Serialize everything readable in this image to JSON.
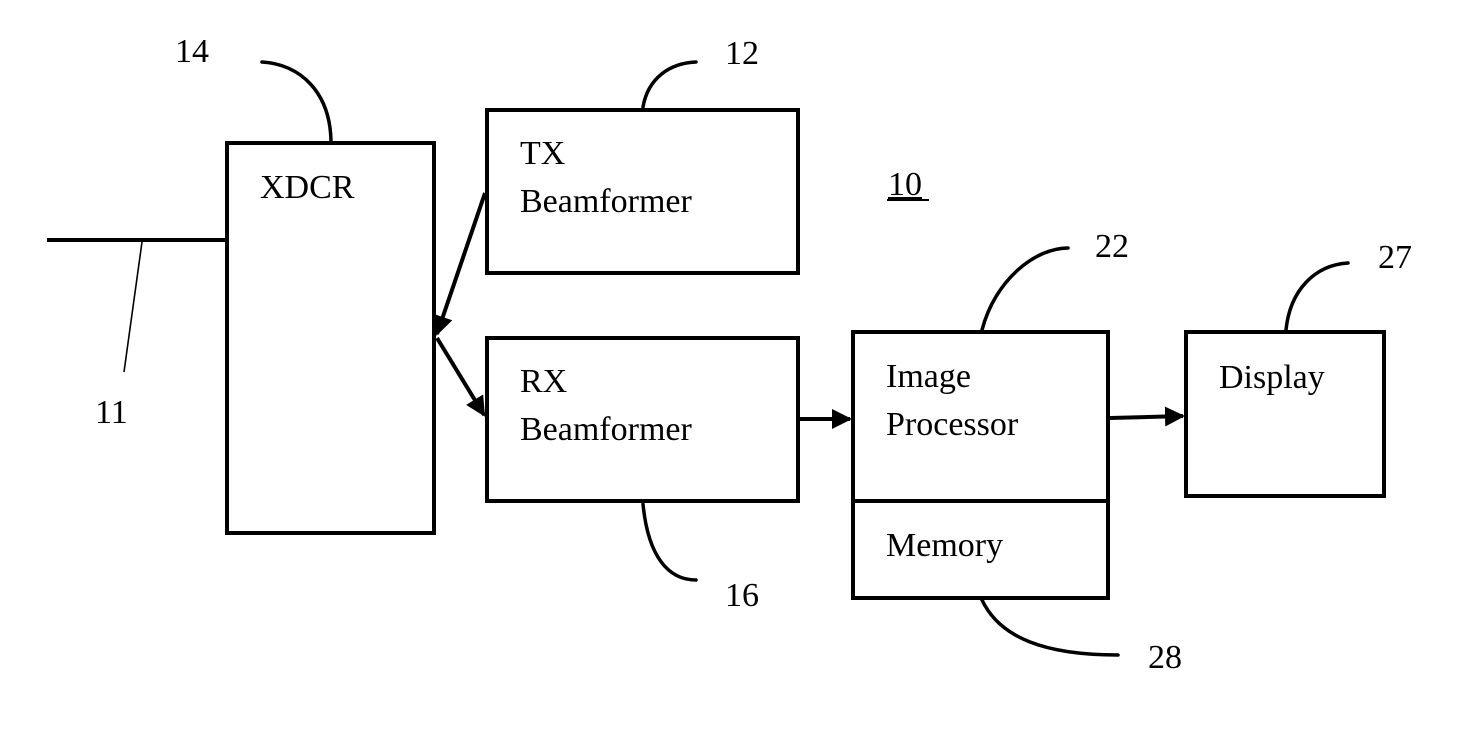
{
  "figure_number": "10",
  "blocks": {
    "xdcr": {
      "label": "XDCR",
      "ref": "14"
    },
    "tx": {
      "line1": "TX",
      "line2": "Beamformer",
      "ref": "12"
    },
    "rx": {
      "line1": "RX",
      "line2": "Beamformer",
      "ref": "16"
    },
    "image_processor": {
      "line1": "Image",
      "line2": "Processor",
      "ref": "22"
    },
    "memory": {
      "label": "Memory",
      "ref": "28"
    },
    "display": {
      "label": "Display",
      "ref": "27"
    }
  },
  "cable_ref": "11"
}
